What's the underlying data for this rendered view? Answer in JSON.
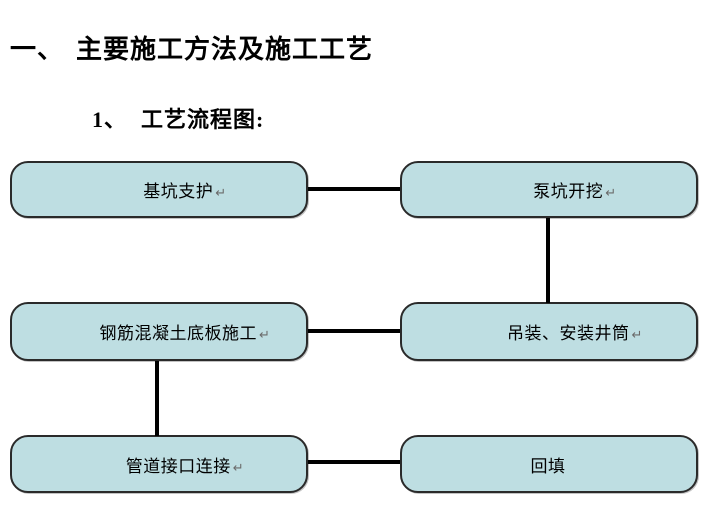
{
  "document": {
    "heading": {
      "number": "一、",
      "text": "主要施工方法及施工工艺"
    },
    "subheading": {
      "number": "1、",
      "text": "工艺流程图:"
    }
  },
  "flowchart": {
    "colors": {
      "box_fill": "#bedee2",
      "box_border": "#2a2a2a",
      "connector": "#000000",
      "return_mark": "#6b6b6b"
    },
    "nodes": [
      {
        "label": "基坑支护",
        "mark": "↵"
      },
      {
        "label": "泵坑开挖",
        "mark": "↵"
      },
      {
        "label": "钢筋混凝土底板施工",
        "mark": "↵"
      },
      {
        "label": "吊装、安装井筒",
        "mark": "↵"
      },
      {
        "label": "管道接口连接",
        "mark": "↵"
      },
      {
        "label": "回填",
        "mark": ""
      }
    ],
    "edges": [
      {
        "from": "基坑支护",
        "to": "泵坑开挖",
        "type": "horizontal"
      },
      {
        "from": "泵坑开挖",
        "to": "吊装、安装井筒",
        "type": "vertical"
      },
      {
        "from": "钢筋混凝土底板施工",
        "to": "吊装、安装井筒",
        "type": "horizontal"
      },
      {
        "from": "钢筋混凝土底板施工",
        "to": "管道接口连接",
        "type": "vertical"
      },
      {
        "from": "管道接口连接",
        "to": "回填",
        "type": "horizontal"
      }
    ]
  }
}
